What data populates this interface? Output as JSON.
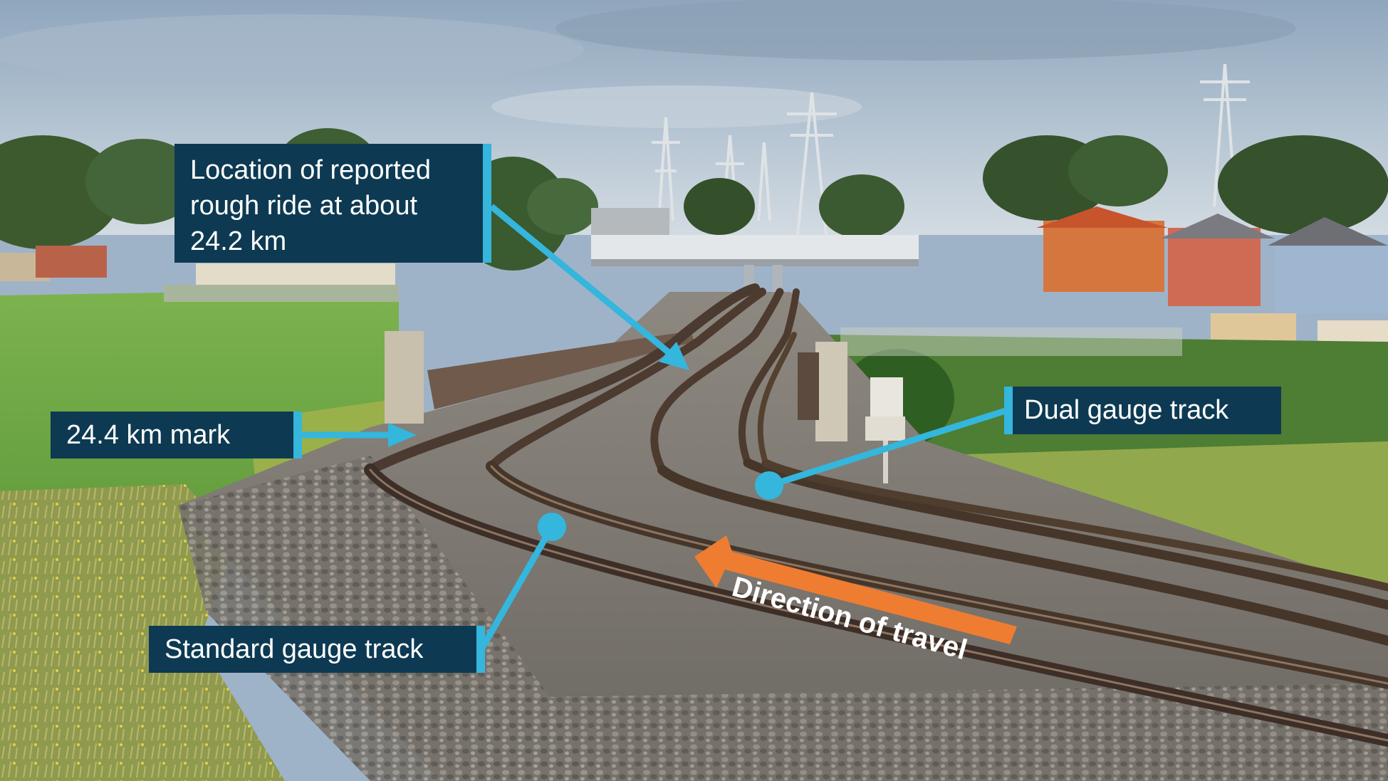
{
  "labels": {
    "rough_ride": "Location of reported\nrough ride at about\n24.2 km",
    "km_mark": "24.4 km mark",
    "dual_gauge": "Dual gauge track",
    "standard_gauge": "Standard gauge track",
    "direction": "Direction of travel"
  },
  "colors": {
    "label_background": "#0d3a52",
    "callout_blue": "#34b6dd",
    "direction_arrow": "#ee7d31"
  }
}
